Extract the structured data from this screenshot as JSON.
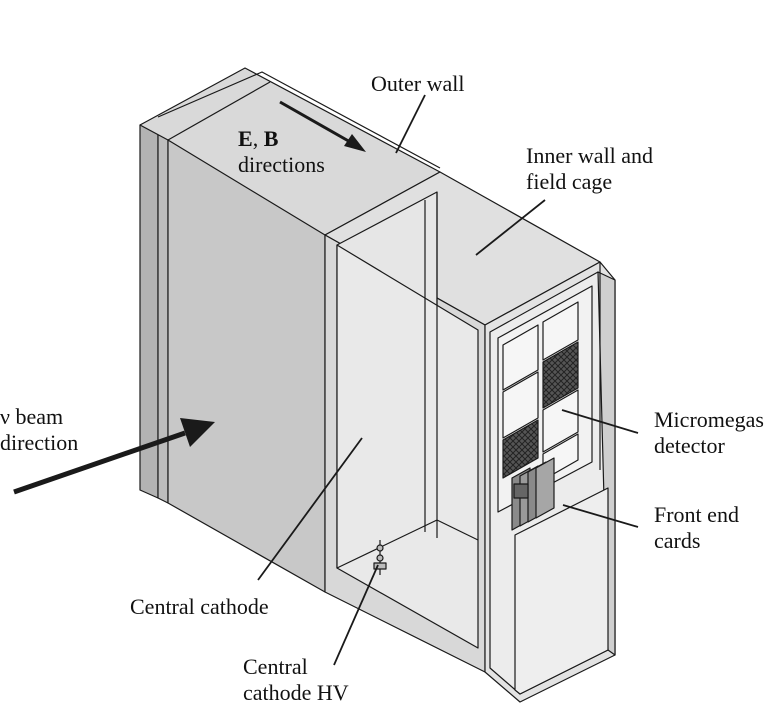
{
  "labels": {
    "outer_wall": "Outer wall",
    "eb_directions": {
      "line1_bold_e": "E",
      "line1_sep": ", ",
      "line1_bold_b": "B",
      "line2": "directions"
    },
    "inner_wall": {
      "line1": "Inner wall and",
      "line2": "field cage"
    },
    "beam_direction": {
      "line1": "ν beam",
      "line2": "direction"
    },
    "micromegas": {
      "line1": "Micromegas",
      "line2": "detector"
    },
    "front_end": {
      "line1": "Front end",
      "line2": "cards"
    },
    "central_cathode": "Central cathode",
    "central_cathode_hv": {
      "line1": "Central",
      "line2": "cathode HV"
    }
  },
  "colors": {
    "line": "#1a1a1a",
    "outer_front": "#c9c9c9",
    "outer_side": "#b6b6b6",
    "outer_top": "#dcdcdc",
    "inner_fill": "#e3e3e3",
    "panel": "#ededed",
    "module": "#f4f4f4",
    "dark_grid": "#3a3a3a"
  }
}
